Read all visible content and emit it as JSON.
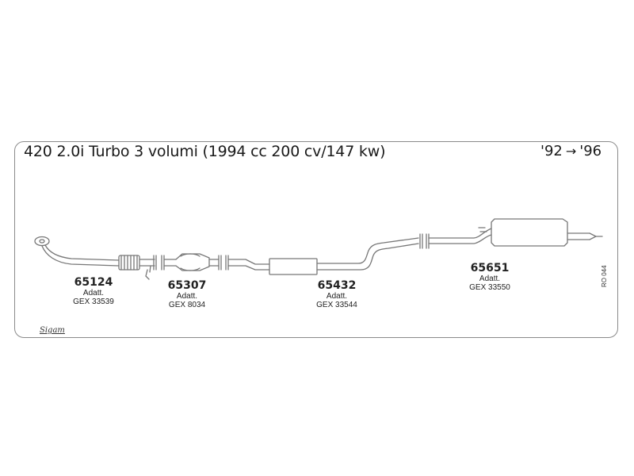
{
  "header": {
    "title": "420 2.0i Turbo 3 volumi (1994 cc 200 cv/147 kw)",
    "year_from": "'92",
    "year_to": "'96"
  },
  "parts": [
    {
      "code": "65124",
      "adatt": "Adatt.",
      "gex": "GEX 33539"
    },
    {
      "code": "65307",
      "adatt": "Adatt.",
      "gex": "GEX 8034"
    },
    {
      "code": "65432",
      "adatt": "Adatt.",
      "gex": "GEX 33544"
    },
    {
      "code": "65651",
      "adatt": "Adatt.",
      "gex": "GEX 33550"
    }
  ],
  "footer": {
    "brand_logo": "Sigam",
    "reference": "RO 044"
  },
  "colors": {
    "line": "#777777",
    "text": "#1a1a1a",
    "border": "#8a8a8a"
  }
}
